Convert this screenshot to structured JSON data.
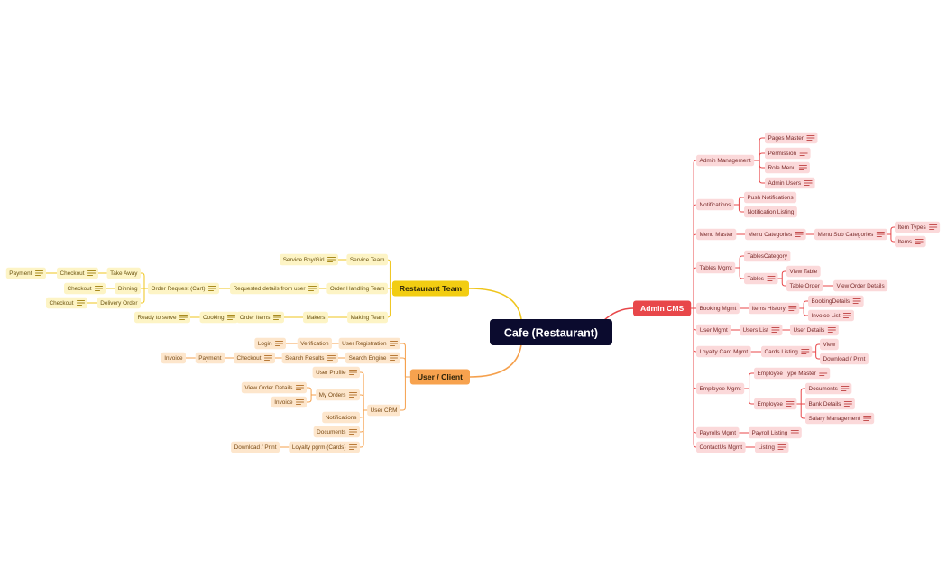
{
  "root": {
    "label": "Cafe (Restaurant)",
    "fill": "#0b0b2e",
    "text": "#ffffff"
  },
  "colors": {
    "right": {
      "line": "#e8474a",
      "main": "#e8474a",
      "chip": "#fbd9da",
      "text": "#7a2a2a",
      "note": "#c45050"
    },
    "yellow": {
      "line": "#efc51c",
      "main": "#f2cd12",
      "chip": "#fdf4c5",
      "text": "#6b5410",
      "note": "#a88a1f"
    },
    "orange": {
      "line": "#f5a04c",
      "main": "#f7a24e",
      "chip": "#fde6cc",
      "text": "#7a4b15",
      "note": "#b87a38"
    }
  },
  "branches": [
    {
      "id": "admin",
      "label": "Admin CMS",
      "theme": "right",
      "children": [
        {
          "id": "am",
          "label": "Admin  Management",
          "children": [
            {
              "id": "am1",
              "label": "Pages Master",
              "note": true
            },
            {
              "id": "am2",
              "label": "Permission",
              "note": true
            },
            {
              "id": "am3",
              "label": "Role Menu",
              "note": true
            },
            {
              "id": "am4",
              "label": "Admin Users",
              "note": true
            }
          ]
        },
        {
          "id": "nt",
          "label": "Notifications",
          "children": [
            {
              "id": "nt1",
              "label": "Push Notifications"
            },
            {
              "id": "nt2",
              "label": "Notification Listing"
            }
          ]
        },
        {
          "id": "mm",
          "label": "Menu Master",
          "children": [
            {
              "id": "mc",
              "label": "Menu Categories",
              "note": true,
              "children": [
                {
                  "id": "msc",
                  "label": "Menu Sub Categories",
                  "note": true,
                  "children": [
                    {
                      "id": "it",
                      "label": "Item Types",
                      "note": true
                    },
                    {
                      "id": "itm",
                      "label": "Items",
                      "note": true
                    }
                  ]
                }
              ]
            }
          ]
        },
        {
          "id": "tm",
          "label": "Tables Mgmt",
          "children": [
            {
              "id": "tc",
              "label": "TablesCategory"
            },
            {
              "id": "tb",
              "label": "Tables",
              "note": true,
              "children": [
                {
                  "id": "vt",
                  "label": "View Table"
                },
                {
                  "id": "to",
                  "label": "Table Order",
                  "children": [
                    {
                      "id": "vod",
                      "label": "View Order Details"
                    }
                  ]
                }
              ]
            }
          ]
        },
        {
          "id": "bm",
          "label": "Booking Mgmt",
          "children": [
            {
              "id": "ih",
              "label": "Items History",
              "note": true,
              "children": [
                {
                  "id": "bd",
                  "label": "BookingDetails",
                  "note": true
                },
                {
                  "id": "il",
                  "label": "Invoice List",
                  "note": true
                }
              ]
            }
          ]
        },
        {
          "id": "um",
          "label": "User Mgmt",
          "children": [
            {
              "id": "ul",
              "label": "Users List",
              "note": true,
              "children": [
                {
                  "id": "ud",
                  "label": "User Details",
                  "note": true
                }
              ]
            }
          ]
        },
        {
          "id": "lcm",
          "label": "Loyalty Card Mgmt",
          "children": [
            {
              "id": "cl",
              "label": "Cards Listing",
              "note": true,
              "children": [
                {
                  "id": "vw",
                  "label": "View"
                },
                {
                  "id": "dp",
                  "label": "Download / Print"
                }
              ]
            }
          ]
        },
        {
          "id": "em",
          "label": "Employee Mgmt",
          "children": [
            {
              "id": "etm",
              "label": "Employee Type Master",
              "note": true
            },
            {
              "id": "emp",
              "label": "Employee",
              "note": true,
              "children": [
                {
                  "id": "doc",
                  "label": "Documents",
                  "note": true
                },
                {
                  "id": "bkd",
                  "label": "Bank Details",
                  "note": true
                },
                {
                  "id": "sal",
                  "label": "Salary Management",
                  "note": true
                }
              ]
            }
          ]
        },
        {
          "id": "pm",
          "label": "Payrolls Mgmt",
          "children": [
            {
              "id": "pl",
              "label": "Payroll Listing",
              "note": true
            }
          ]
        },
        {
          "id": "cu",
          "label": "ContactUs Mgmt",
          "children": [
            {
              "id": "lst",
              "label": "Listing",
              "note": true
            }
          ]
        }
      ]
    },
    {
      "id": "rt",
      "label": "Restaurant Team",
      "theme": "yellow",
      "children": [
        {
          "id": "st",
          "label": "Service Team",
          "children": [
            {
              "id": "sbg",
              "label": "Service Boy/Girl",
              "note": true
            }
          ]
        },
        {
          "id": "oht",
          "label": "Order Handling Team",
          "children": [
            {
              "id": "rdu",
              "label": "Requested details from user",
              "note": true,
              "children": [
                {
                  "id": "orc",
                  "label": "Order Request (Cart)",
                  "note": true,
                  "children": [
                    {
                      "id": "ta",
                      "label": "Take Away",
                      "children": [
                        {
                          "id": "ck1",
                          "label": "Checkout",
                          "note": true,
                          "children": [
                            {
                              "id": "pay1",
                              "label": "Payment",
                              "note": true
                            }
                          ]
                        }
                      ]
                    },
                    {
                      "id": "din",
                      "label": "Dinning",
                      "children": [
                        {
                          "id": "ck2",
                          "label": "Checkout",
                          "note": true
                        }
                      ]
                    },
                    {
                      "id": "dlo",
                      "label": "Delivery Order",
                      "children": [
                        {
                          "id": "ck3",
                          "label": "Checkout",
                          "note": true
                        }
                      ]
                    }
                  ]
                }
              ]
            }
          ]
        },
        {
          "id": "mkt",
          "label": "Making Team",
          "children": [
            {
              "id": "mk",
              "label": "Makers",
              "children": [
                {
                  "id": "oi",
                  "label": "Order Items",
                  "note": true,
                  "children": [
                    {
                      "id": "ckg",
                      "label": "Cooking",
                      "note": true,
                      "children": [
                        {
                          "id": "rts",
                          "label": "Ready to serve",
                          "note": true
                        }
                      ]
                    }
                  ]
                }
              ]
            }
          ]
        }
      ]
    },
    {
      "id": "uc",
      "label": "User / Client",
      "theme": "orange",
      "children": [
        {
          "id": "ur",
          "label": "User Registration",
          "note": true,
          "children": [
            {
              "id": "ver",
              "label": "Verification",
              "children": [
                {
                  "id": "lgn",
                  "label": "Login",
                  "note": true
                }
              ]
            }
          ]
        },
        {
          "id": "se",
          "label": "Search Engine",
          "note": true,
          "children": [
            {
              "id": "sr",
              "label": "Search Results",
              "note": true,
              "children": [
                {
                  "id": "uck",
                  "label": "Checkout",
                  "note": true,
                  "children": [
                    {
                      "id": "upay",
                      "label": "Payment",
                      "children": [
                        {
                          "id": "uinv",
                          "label": "Invoice"
                        }
                      ]
                    }
                  ]
                }
              ]
            }
          ]
        },
        {
          "id": "crm",
          "label": "User CRM",
          "children": [
            {
              "id": "up",
              "label": "User Profile",
              "note": true
            },
            {
              "id": "mo",
              "label": "My Orders",
              "note": true,
              "children": [
                {
                  "id": "mvod",
                  "label": "View Order Details",
                  "note": true
                },
                {
                  "id": "minv",
                  "label": "Invoice",
                  "note": true
                }
              ]
            },
            {
              "id": "unt",
              "label": "Notifications"
            },
            {
              "id": "udoc",
              "label": "Documents",
              "note": true
            },
            {
              "id": "lpc",
              "label": "Loyalty pgrm (Cards)",
              "note": true,
              "children": [
                {
                  "id": "udp",
                  "label": "Download / Print"
                }
              ]
            }
          ]
        }
      ]
    }
  ]
}
